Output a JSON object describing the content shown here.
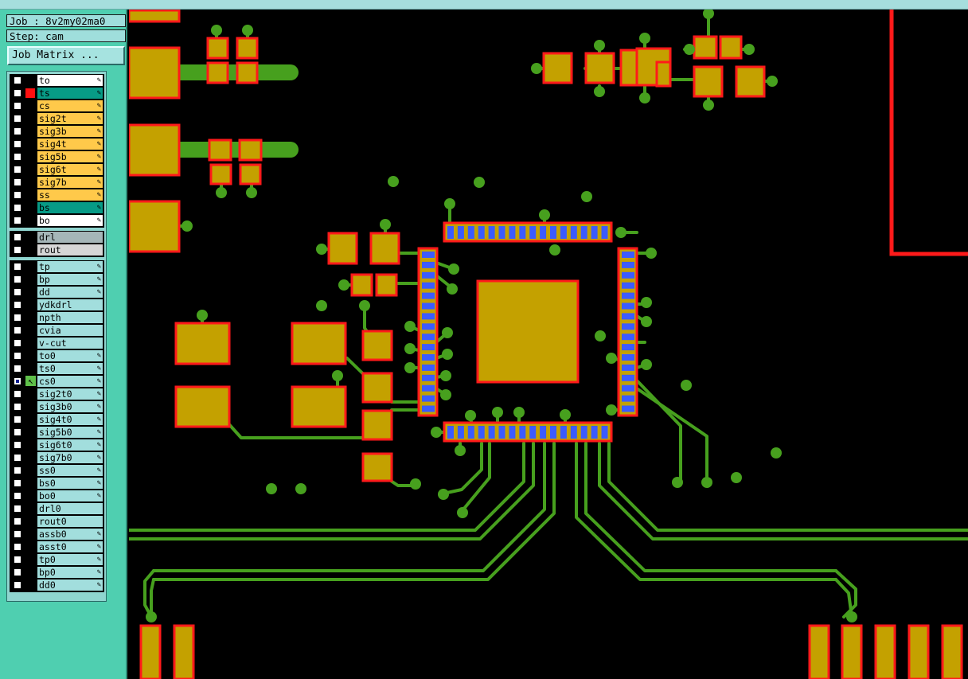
{
  "header": {
    "job_label": "Job : 8v2my02ma0",
    "step_label": "Step: cam",
    "job_matrix_button": "Job Matrix ..."
  },
  "icons": {
    "pen": "pencil-icon",
    "arrow": "select-arrow-icon",
    "checkbox": "checkbox-icon"
  },
  "colors": {
    "sidebar_bg": "#4fcfb0",
    "panel_bg": "#8fd5cf",
    "board_signal": "#c4a100",
    "pad_outline": "#ff1a1a",
    "trace": "#47a01e",
    "pin_highlight": "#3b5bff",
    "layer_signal": "#ffc94a",
    "layer_mask": "#079b86",
    "layer_misc": "#a2dedd"
  },
  "layers": {
    "board": [
      {
        "name": "to",
        "bg": "#ffffff",
        "swatch": "",
        "checked": false,
        "edit": true
      },
      {
        "name": "ts",
        "bg": "#079b86",
        "swatch": "#ff1010",
        "checked": false,
        "edit": true
      },
      {
        "name": "cs",
        "bg": "#ffc94a",
        "swatch": "",
        "checked": false,
        "edit": true
      },
      {
        "name": "sig2t",
        "bg": "#ffc94a",
        "swatch": "",
        "checked": false,
        "edit": true
      },
      {
        "name": "sig3b",
        "bg": "#ffc94a",
        "swatch": "",
        "checked": false,
        "edit": true
      },
      {
        "name": "sig4t",
        "bg": "#ffc94a",
        "swatch": "",
        "checked": false,
        "edit": true
      },
      {
        "name": "sig5b",
        "bg": "#ffc94a",
        "swatch": "",
        "checked": false,
        "edit": true
      },
      {
        "name": "sig6t",
        "bg": "#ffc94a",
        "swatch": "",
        "checked": false,
        "edit": true
      },
      {
        "name": "sig7b",
        "bg": "#ffc94a",
        "swatch": "",
        "checked": false,
        "edit": true
      },
      {
        "name": "ss",
        "bg": "#ffc94a",
        "swatch": "",
        "checked": false,
        "edit": true
      },
      {
        "name": "bs",
        "bg": "#079b86",
        "swatch": "",
        "checked": false,
        "edit": true
      },
      {
        "name": "bo",
        "bg": "#ffffff",
        "swatch": "",
        "checked": false,
        "edit": true
      }
    ],
    "drill": [
      {
        "name": "drl",
        "bg": "#a5b6b8",
        "swatch": "",
        "checked": false,
        "edit": false
      },
      {
        "name": "rout",
        "bg": "#d6d6d6",
        "swatch": "",
        "checked": false,
        "edit": false
      }
    ],
    "misc": [
      {
        "name": "tp",
        "bg": "#a2dedd",
        "checked": false,
        "edit": true,
        "active": false
      },
      {
        "name": "bp",
        "bg": "#a2dedd",
        "checked": false,
        "edit": true,
        "active": false
      },
      {
        "name": "dd",
        "bg": "#a2dedd",
        "checked": false,
        "edit": true,
        "active": false
      },
      {
        "name": "ydkdrl",
        "bg": "#a2dedd",
        "checked": false,
        "edit": false,
        "active": false
      },
      {
        "name": "npth",
        "bg": "#a2dedd",
        "checked": false,
        "edit": false,
        "active": false
      },
      {
        "name": "cvia",
        "bg": "#a2dedd",
        "checked": false,
        "edit": false,
        "active": false
      },
      {
        "name": "v-cut",
        "bg": "#a2dedd",
        "checked": false,
        "edit": false,
        "active": false
      },
      {
        "name": "to0",
        "bg": "#a2dedd",
        "checked": false,
        "edit": true,
        "active": false
      },
      {
        "name": "ts0",
        "bg": "#a2dedd",
        "checked": false,
        "edit": true,
        "active": false
      },
      {
        "name": "cs0",
        "bg": "#a2dedd",
        "checked": true,
        "edit": true,
        "active": true
      },
      {
        "name": "sig2t0",
        "bg": "#a2dedd",
        "checked": false,
        "edit": true,
        "active": false
      },
      {
        "name": "sig3b0",
        "bg": "#a2dedd",
        "checked": false,
        "edit": true,
        "active": false
      },
      {
        "name": "sig4t0",
        "bg": "#a2dedd",
        "checked": false,
        "edit": true,
        "active": false
      },
      {
        "name": "sig5b0",
        "bg": "#a2dedd",
        "checked": false,
        "edit": true,
        "active": false
      },
      {
        "name": "sig6t0",
        "bg": "#a2dedd",
        "checked": false,
        "edit": true,
        "active": false
      },
      {
        "name": "sig7b0",
        "bg": "#a2dedd",
        "checked": false,
        "edit": true,
        "active": false
      },
      {
        "name": "ss0",
        "bg": "#a2dedd",
        "checked": false,
        "edit": true,
        "active": false
      },
      {
        "name": "bs0",
        "bg": "#a2dedd",
        "checked": false,
        "edit": true,
        "active": false
      },
      {
        "name": "bo0",
        "bg": "#a2dedd",
        "checked": false,
        "edit": true,
        "active": false
      },
      {
        "name": "drl0",
        "bg": "#a2dedd",
        "checked": false,
        "edit": false,
        "active": false
      },
      {
        "name": "rout0",
        "bg": "#a2dedd",
        "checked": false,
        "edit": false,
        "active": false
      },
      {
        "name": "assb0",
        "bg": "#a2dedd",
        "checked": false,
        "edit": true,
        "active": false
      },
      {
        "name": "asst0",
        "bg": "#a2dedd",
        "checked": false,
        "edit": true,
        "active": false
      },
      {
        "name": "tp0",
        "bg": "#a2dedd",
        "checked": false,
        "edit": true,
        "active": false
      },
      {
        "name": "bp0",
        "bg": "#a2dedd",
        "checked": false,
        "edit": true,
        "active": false
      },
      {
        "name": "dd0",
        "bg": "#a2dedd",
        "checked": false,
        "edit": true,
        "active": false
      }
    ]
  }
}
